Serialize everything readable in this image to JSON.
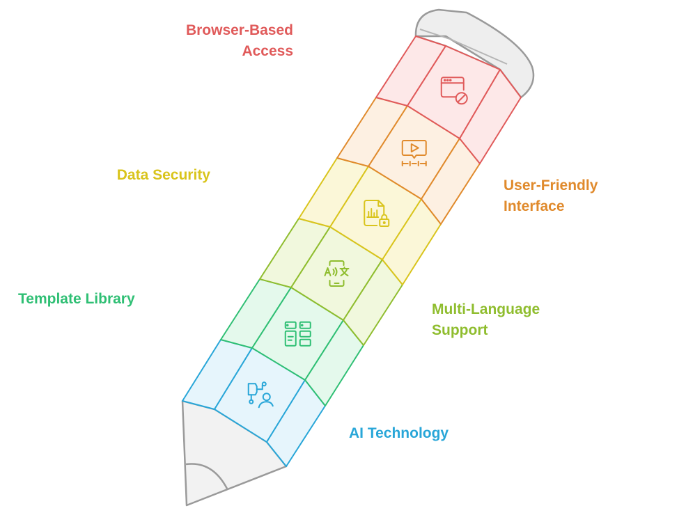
{
  "colors": {
    "red": "#e05a5a",
    "orange": "#e08a2c",
    "yellow": "#d9c41c",
    "lime": "#8fbd2e",
    "green": "#2fbf74",
    "blue": "#28a6d8",
    "outline": "#9a9a9a"
  },
  "segments": [
    {
      "id": "browser-based-access",
      "color_key": "red",
      "icon": "browser-blocked-icon",
      "label_lines": [
        "Browser-Based",
        "Access"
      ]
    },
    {
      "id": "user-friendly-interface",
      "color_key": "orange",
      "icon": "video-timeline-icon",
      "label_lines": [
        "User-Friendly",
        "Interface"
      ]
    },
    {
      "id": "data-security",
      "color_key": "yellow",
      "icon": "secure-document-icon",
      "label_lines": [
        "Data Security"
      ]
    },
    {
      "id": "multi-language-support",
      "color_key": "lime",
      "icon": "phone-translate-icon",
      "label_lines": [
        "Multi-Language",
        "Support"
      ]
    },
    {
      "id": "template-library",
      "color_key": "green",
      "icon": "template-grid-icon",
      "label_lines": [
        "Template Library"
      ]
    },
    {
      "id": "ai-technology",
      "color_key": "blue",
      "icon": "ai-user-icon",
      "label_lines": [
        "AI Technology"
      ]
    }
  ]
}
